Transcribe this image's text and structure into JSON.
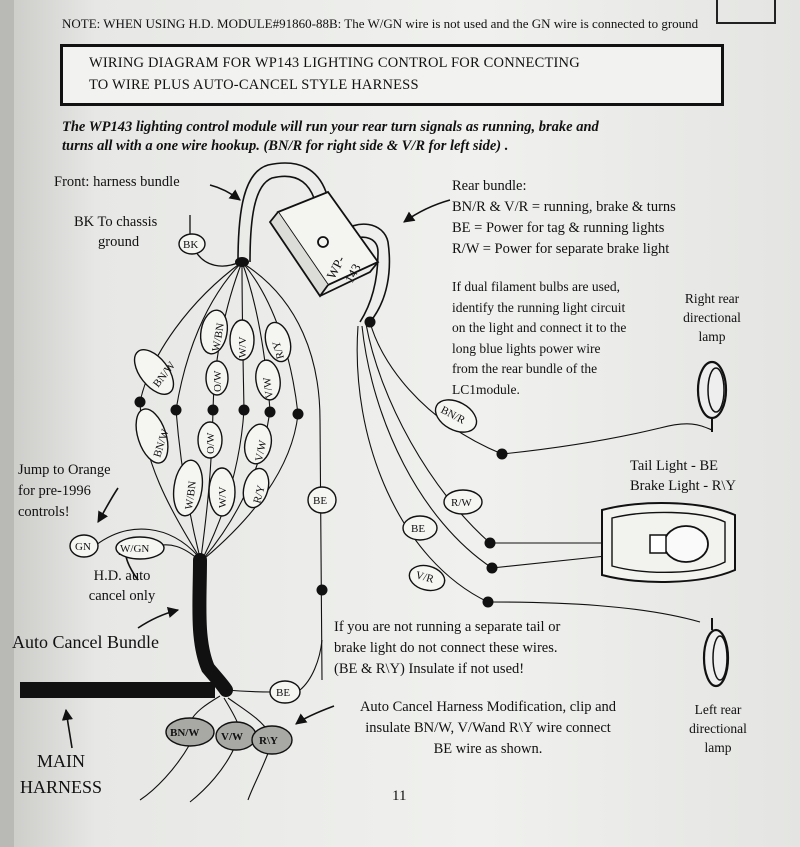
{
  "note": "NOTE: WHEN USING H.D. MODULE#91860-88B: The W/GN wire is not used and the GN wire is connected to ground",
  "title": {
    "line1": "WIRING DIAGRAM FOR WP143 LIGHTING CONTROL  FOR CONNECTING",
    "line2": "TO WIRE PLUS AUTO-CANCEL STYLE HARNESS"
  },
  "intro": {
    "line1": "The WP143 lighting control module will run your rear turn signals as running, brake and",
    "line2": "turns all with a one wire hookup.  (BN/R for right side & V/R for left side) ."
  },
  "labels": {
    "front_bundle": "Front: harness bundle",
    "bk_chassis": [
      "BK To chassis",
      "ground"
    ],
    "module": [
      "WP-",
      "143"
    ],
    "rear_bundle": [
      "Rear bundle:",
      "BN/R & V/R = running, brake & turns",
      "BE = Power for tag & running lights",
      "R/W = Power for separate brake light"
    ],
    "dual_filament": [
      "If dual filament bulbs are used,",
      "identify the running light circuit",
      "on the light and connect it to the",
      "long blue lights power wire",
      "from the rear bundle of the",
      "LC1module."
    ],
    "right_lamp": [
      "Right rear",
      "directional",
      "lamp"
    ],
    "tail_light": [
      "Tail Light - BE",
      "Brake Light - R\\Y"
    ],
    "jump_orange": [
      "Jump to Orange",
      "for pre-1996",
      "controls!"
    ],
    "hd_auto": [
      "H.D. auto",
      "cancel only"
    ],
    "auto_cancel_bundle": "Auto Cancel Bundle",
    "not_running": [
      "If you are not running a separate tail or",
      "brake light do not connect these wires.",
      "(BE & R\\Y) Insulate if not used!"
    ],
    "harness_mod": [
      "Auto Cancel Harness Modification, clip and",
      "insulate BN/W, V/Wand R\\Y wire connect",
      "BE wire as shown."
    ],
    "left_lamp": [
      "Left rear",
      "directional",
      "lamp"
    ],
    "main_harness": [
      "MAIN",
      "HARNESS"
    ],
    "page_number": "11"
  },
  "wire_tags": {
    "bk": "BK",
    "upper": [
      "BN/W",
      "W/BN",
      "O/W",
      "W/V",
      "V/W",
      "R/Y"
    ],
    "lower": [
      "BN/W",
      "O/W",
      "W/BN",
      "W/V",
      "V/W",
      "R/Y"
    ],
    "be_left": "BE",
    "gn": "GN",
    "w_gn": "W/GN",
    "bn_r": "BN/R",
    "r_w": "R/W",
    "be_right": "BE",
    "v_r": "V/R",
    "be_bottom": "BE",
    "clipped": [
      "BN/W",
      "V/W",
      "R\\Y"
    ]
  }
}
